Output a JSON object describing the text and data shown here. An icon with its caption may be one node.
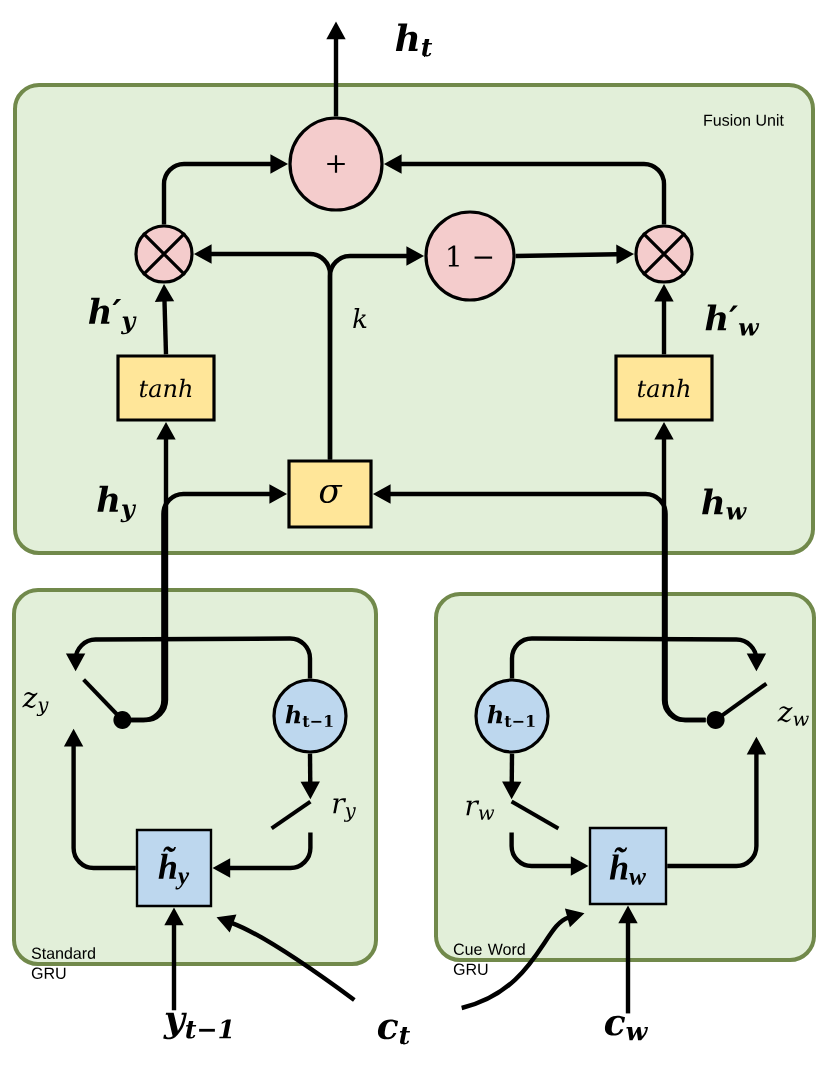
{
  "diagram": {
    "nodes": [
      {
        "text": [
          "Fusion Unit"
        ]
      },
      {
        "text": [
          "+"
        ],
        "in": 0
      },
      {
        "text": [],
        "shape": "circle",
        "in": 0
      },
      {
        "text": [
          "1 −"
        ],
        "in": 0
      },
      {
        "text": [],
        "shape": "circle",
        "in": 0
      },
      {
        "text": [
          "tanh"
        ],
        "in": 0
      },
      {
        "text": [
          "tanh"
        ],
        "in": 0
      },
      {
        "text": [
          "σ"
        ],
        "in": 0
      },
      {
        "text": [
          "Standard GRU"
        ]
      },
      {
        "text": [],
        "shape": "switch",
        "in": 8,
        "beside": [
          "z$_{y}$"
        ]
      },
      {
        "text": [
          "*h*$_{t−1}$"
        ],
        "in": 8
      },
      {
        "text": [],
        "shape": "switch",
        "in": 8,
        "beside": [
          "r$_{y}$"
        ]
      },
      {
        "text": [
          "h̃$_{y}$"
        ],
        "in": 8
      },
      {
        "text": [
          "Cue Word GRU"
        ]
      },
      {
        "text": [
          "*h*$_{t−1}$"
        ],
        "in": 13
      },
      {
        "text": [],
        "shape": "switch",
        "in": 13,
        "beside": [
          "r$_{w}$"
        ]
      },
      {
        "text": [],
        "shape": "switch",
        "in": 13,
        "beside": [
          "z$_{w}$"
        ]
      },
      {
        "text": [
          "h̃$_{w}$"
        ],
        "in": 13
      },
      {
        "text": [
          "h$_{t}$"
        ]
      },
      {
        "text": [
          "y$_{t−1}$"
        ]
      },
      {
        "text": [
          "c$_{t}$"
        ]
      },
      {
        "text": [
          "c$_{w}$"
        ]
      }
    ],
    "edges": [
      {
        "from": 1,
        "to": 18,
        "arrow": "to"
      },
      {
        "from": 2,
        "to": 1,
        "arrow": "to"
      },
      {
        "from": 4,
        "to": 1,
        "arrow": "to"
      },
      {
        "from": 7,
        "to": 2,
        "arrow": "to",
        "label": "k"
      },
      {
        "from": 7,
        "to": 3,
        "arrow": "to"
      },
      {
        "from": 3,
        "to": 4,
        "arrow": "to"
      },
      {
        "from": 5,
        "to": 2,
        "arrow": "to",
        "label": "h′$_{y}$"
      },
      {
        "from": 6,
        "to": 4,
        "arrow": "to",
        "label": "h′$_{w}$"
      },
      {
        "from": 9,
        "to": 5,
        "arrow": "to",
        "label": "h$_{y}$"
      },
      {
        "from": 9,
        "to": 7,
        "arrow": "to"
      },
      {
        "from": 16,
        "to": 6,
        "arrow": "to",
        "label": "h$_{w}$"
      },
      {
        "from": 16,
        "to": 7,
        "arrow": "to"
      },
      {
        "from": 12,
        "to": 9,
        "arrow": "to"
      },
      {
        "from": 10,
        "to": 9,
        "arrow": "to"
      },
      {
        "from": 10,
        "to": 11,
        "arrow": "to"
      },
      {
        "from": 11,
        "to": 12,
        "arrow": "to"
      },
      {
        "from": 14,
        "to": 15,
        "arrow": "to"
      },
      {
        "from": 15,
        "to": 17,
        "arrow": "to"
      },
      {
        "from": 14,
        "to": 16,
        "arrow": "to"
      },
      {
        "from": 17,
        "to": 16,
        "arrow": "to"
      },
      {
        "from": 19,
        "to": 12,
        "arrow": "to"
      },
      {
        "from": 20,
        "to": 12,
        "arrow": "to"
      },
      {
        "from": 20,
        "to": 17,
        "arrow": "to"
      },
      {
        "from": 21,
        "to": 17,
        "arrow": "to"
      }
    ]
  }
}
